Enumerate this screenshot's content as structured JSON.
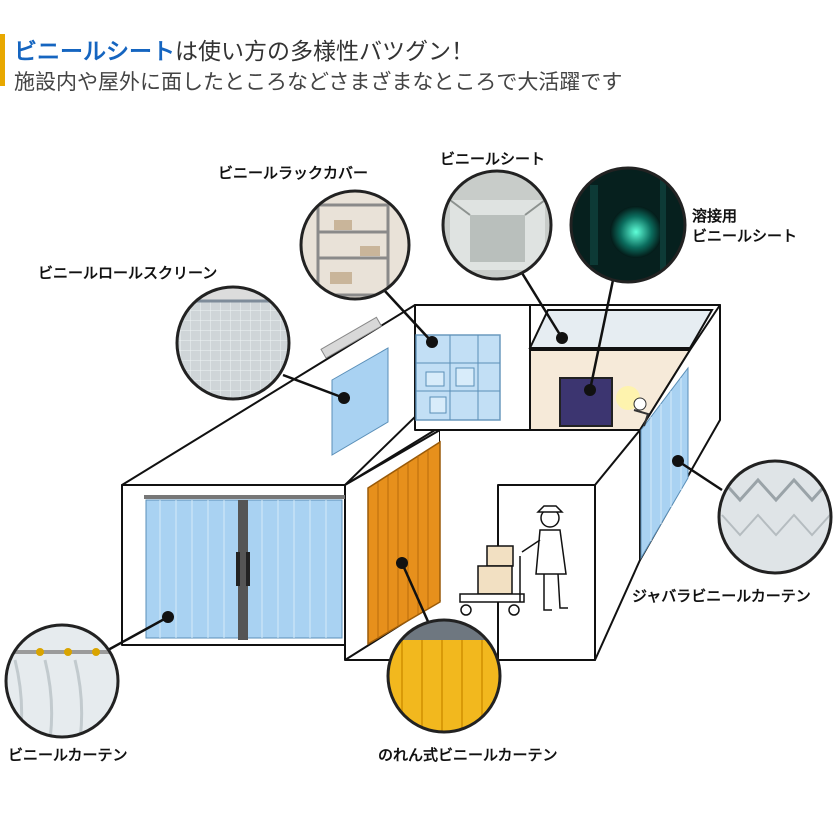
{
  "header": {
    "accent": "ビニールシート",
    "line1_rest": "は使い方の多様性バツグン！",
    "line2": "施設内や屋外に面したところなどさまざまなところで大活躍です"
  },
  "labels": {
    "rack_cover": "ビニールラックカバー",
    "vinyl_sheet": "ビニールシート",
    "welding_line1": "溶接用",
    "welding_line2": "ビニールシート",
    "roll_screen": "ビニールロールスクリーン",
    "jabara": "ジャバラビニールカーテン",
    "curtain": "ビニールカーテン",
    "noren": "のれん式ビニールカーテン"
  },
  "colors": {
    "accent": "#1565c0",
    "header_bar": "#e8a800",
    "curtain_blue": "#a9d2f2",
    "curtain_orange": "#e7901c",
    "welding_purple": "#3c3570",
    "wall_outline": "#111111"
  }
}
